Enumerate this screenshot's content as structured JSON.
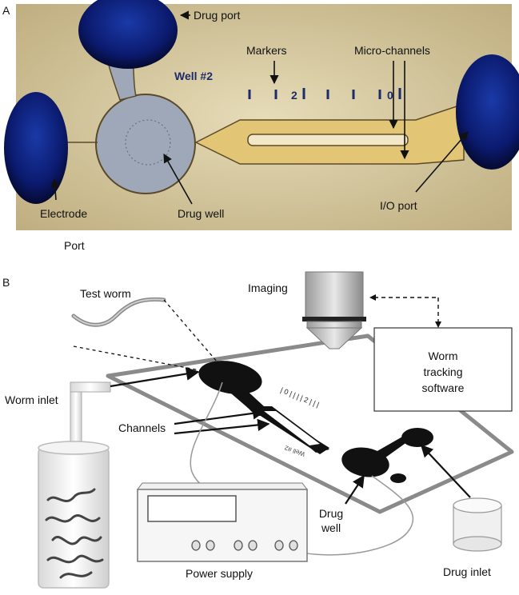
{
  "panel_a": {
    "letter": "A",
    "chip_text": "Well #2",
    "marker_numbers": [
      "2",
      "0"
    ],
    "labels": {
      "drug_port": "Drug port",
      "markers": "Markers",
      "micro_channels": "Micro-channels",
      "electrode": "Electrode",
      "drug_well": "Drug well",
      "io_port": "I/O port",
      "port": "Port"
    }
  },
  "panel_b": {
    "letter": "B",
    "labels": {
      "imaging": "Imaging",
      "test_worm": "Test worm",
      "worm_tracking_software": "Worm tracking software",
      "worm_inlet": "Worm inlet",
      "channels": "Channels",
      "drug_well": "Drug well",
      "drug_inlet": "Drug inlet",
      "power_supply": "Power supply"
    },
    "software_lines": [
      "Worm",
      "tracking",
      "software"
    ],
    "drug_well_lines": [
      "Drug",
      "well"
    ],
    "chip_text": "Well #2",
    "marker_text": "| 0 |   |  |  | 2 |  |   |"
  },
  "colors": {
    "photo_bg": "#c9b98c",
    "port_blue": "#0b1a6e",
    "well_blue": "#9ea8b8",
    "channel_amber": "#e0c070",
    "chip_black": "#111111",
    "frame_gray": "#8a8a8a"
  }
}
